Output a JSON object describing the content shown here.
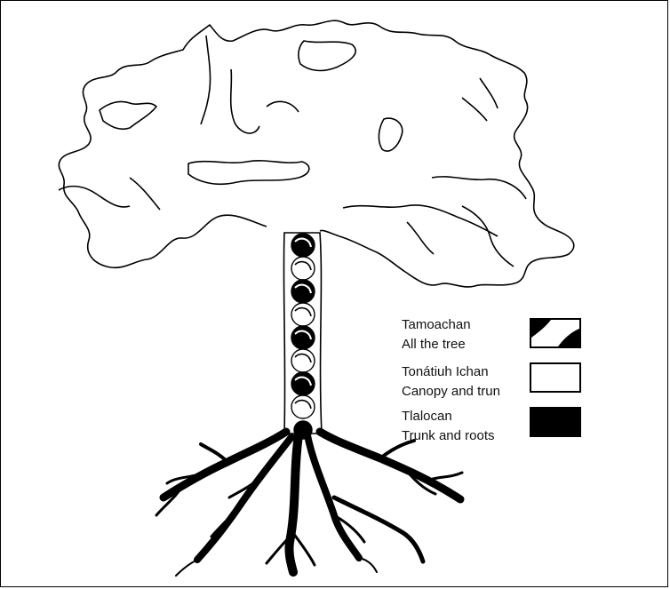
{
  "legend": [
    {
      "title": "Tamoachan",
      "subtitle": "All the tree",
      "swatch": "mixed",
      "color": "#000000"
    },
    {
      "title": "Tonátiuh Ichan",
      "subtitle": "Canopy and trun",
      "swatch": "white",
      "color": "#ffffff"
    },
    {
      "title": "Tlalocan",
      "subtitle": "Trunk and roots",
      "swatch": "black",
      "color": "#000000"
    }
  ]
}
